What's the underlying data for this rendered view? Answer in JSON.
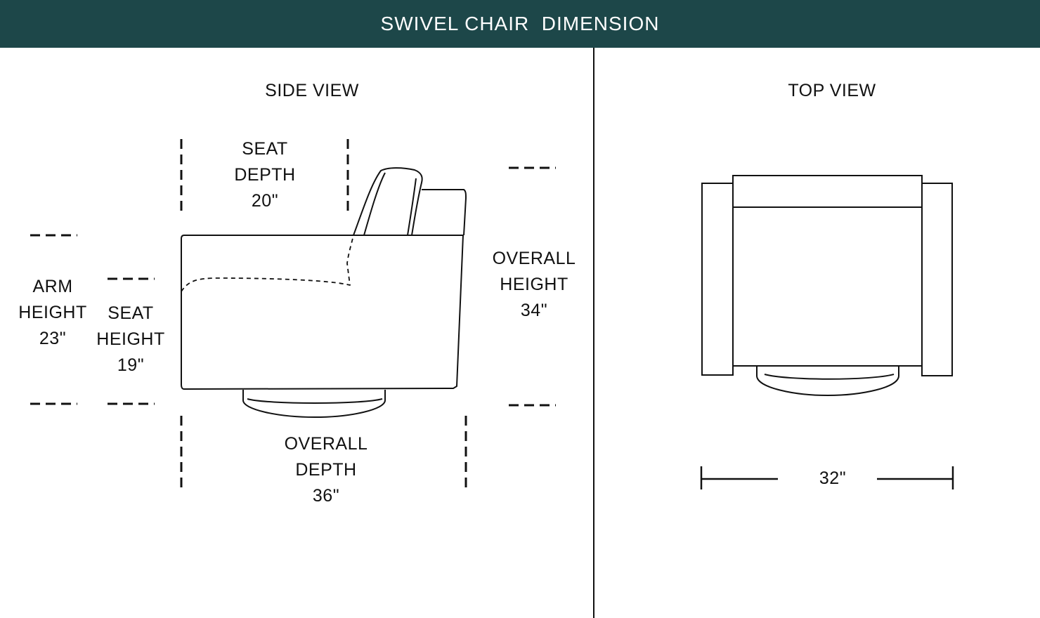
{
  "header": {
    "title": "SWIVEL CHAIR  DIMENSION"
  },
  "colors": {
    "header_bg": "#1d4749",
    "line": "#111111",
    "background": "#ffffff"
  },
  "side_view": {
    "title": "SIDE VIEW",
    "seat_depth": {
      "line1": "SEAT",
      "line2": "DEPTH",
      "value": "20\""
    },
    "arm_height": {
      "line1": "ARM",
      "line2": "HEIGHT",
      "value": "23\""
    },
    "seat_height": {
      "line1": "SEAT",
      "line2": "HEIGHT",
      "value": "19\""
    },
    "overall_height": {
      "line1": "OVERALL",
      "line2": "HEIGHT",
      "value": "34\""
    },
    "overall_depth": {
      "line1": "OVERALL",
      "line2": "DEPTH",
      "value": "36\""
    }
  },
  "top_view": {
    "title": "TOP VIEW",
    "width": {
      "value": "32\""
    }
  }
}
